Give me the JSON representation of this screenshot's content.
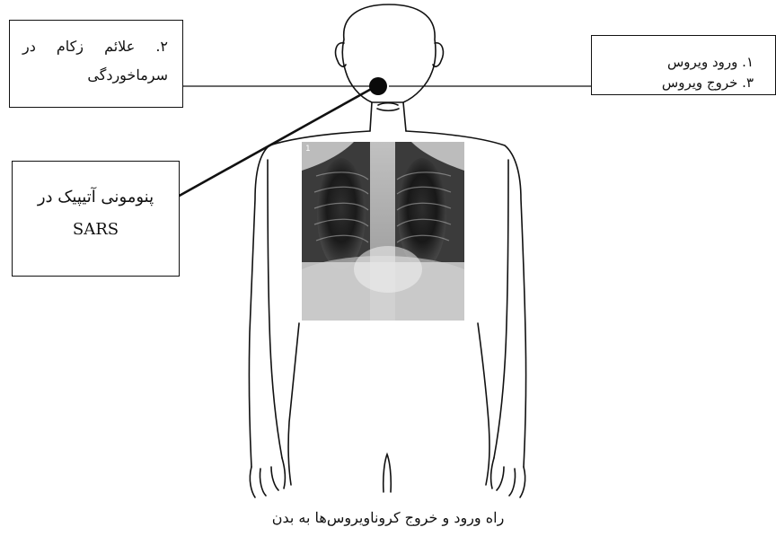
{
  "diagram": {
    "labels": {
      "symptoms": "۲. علائم زکام در سرماخوردگی",
      "entry": "۱. ورود ویروس",
      "exit": "۳. خروج ویروس",
      "pneumonia": "پنومونی آتیپیک در",
      "pneumonia_disease": "SARS"
    },
    "caption": "راه ورود و خروج کروناویروس‌ها به بدن",
    "xray_marker": "1"
  },
  "colors": {
    "line": "#111111",
    "background": "#ffffff",
    "xray_dark": "#101010",
    "xray_light": "#d8d8d8"
  }
}
